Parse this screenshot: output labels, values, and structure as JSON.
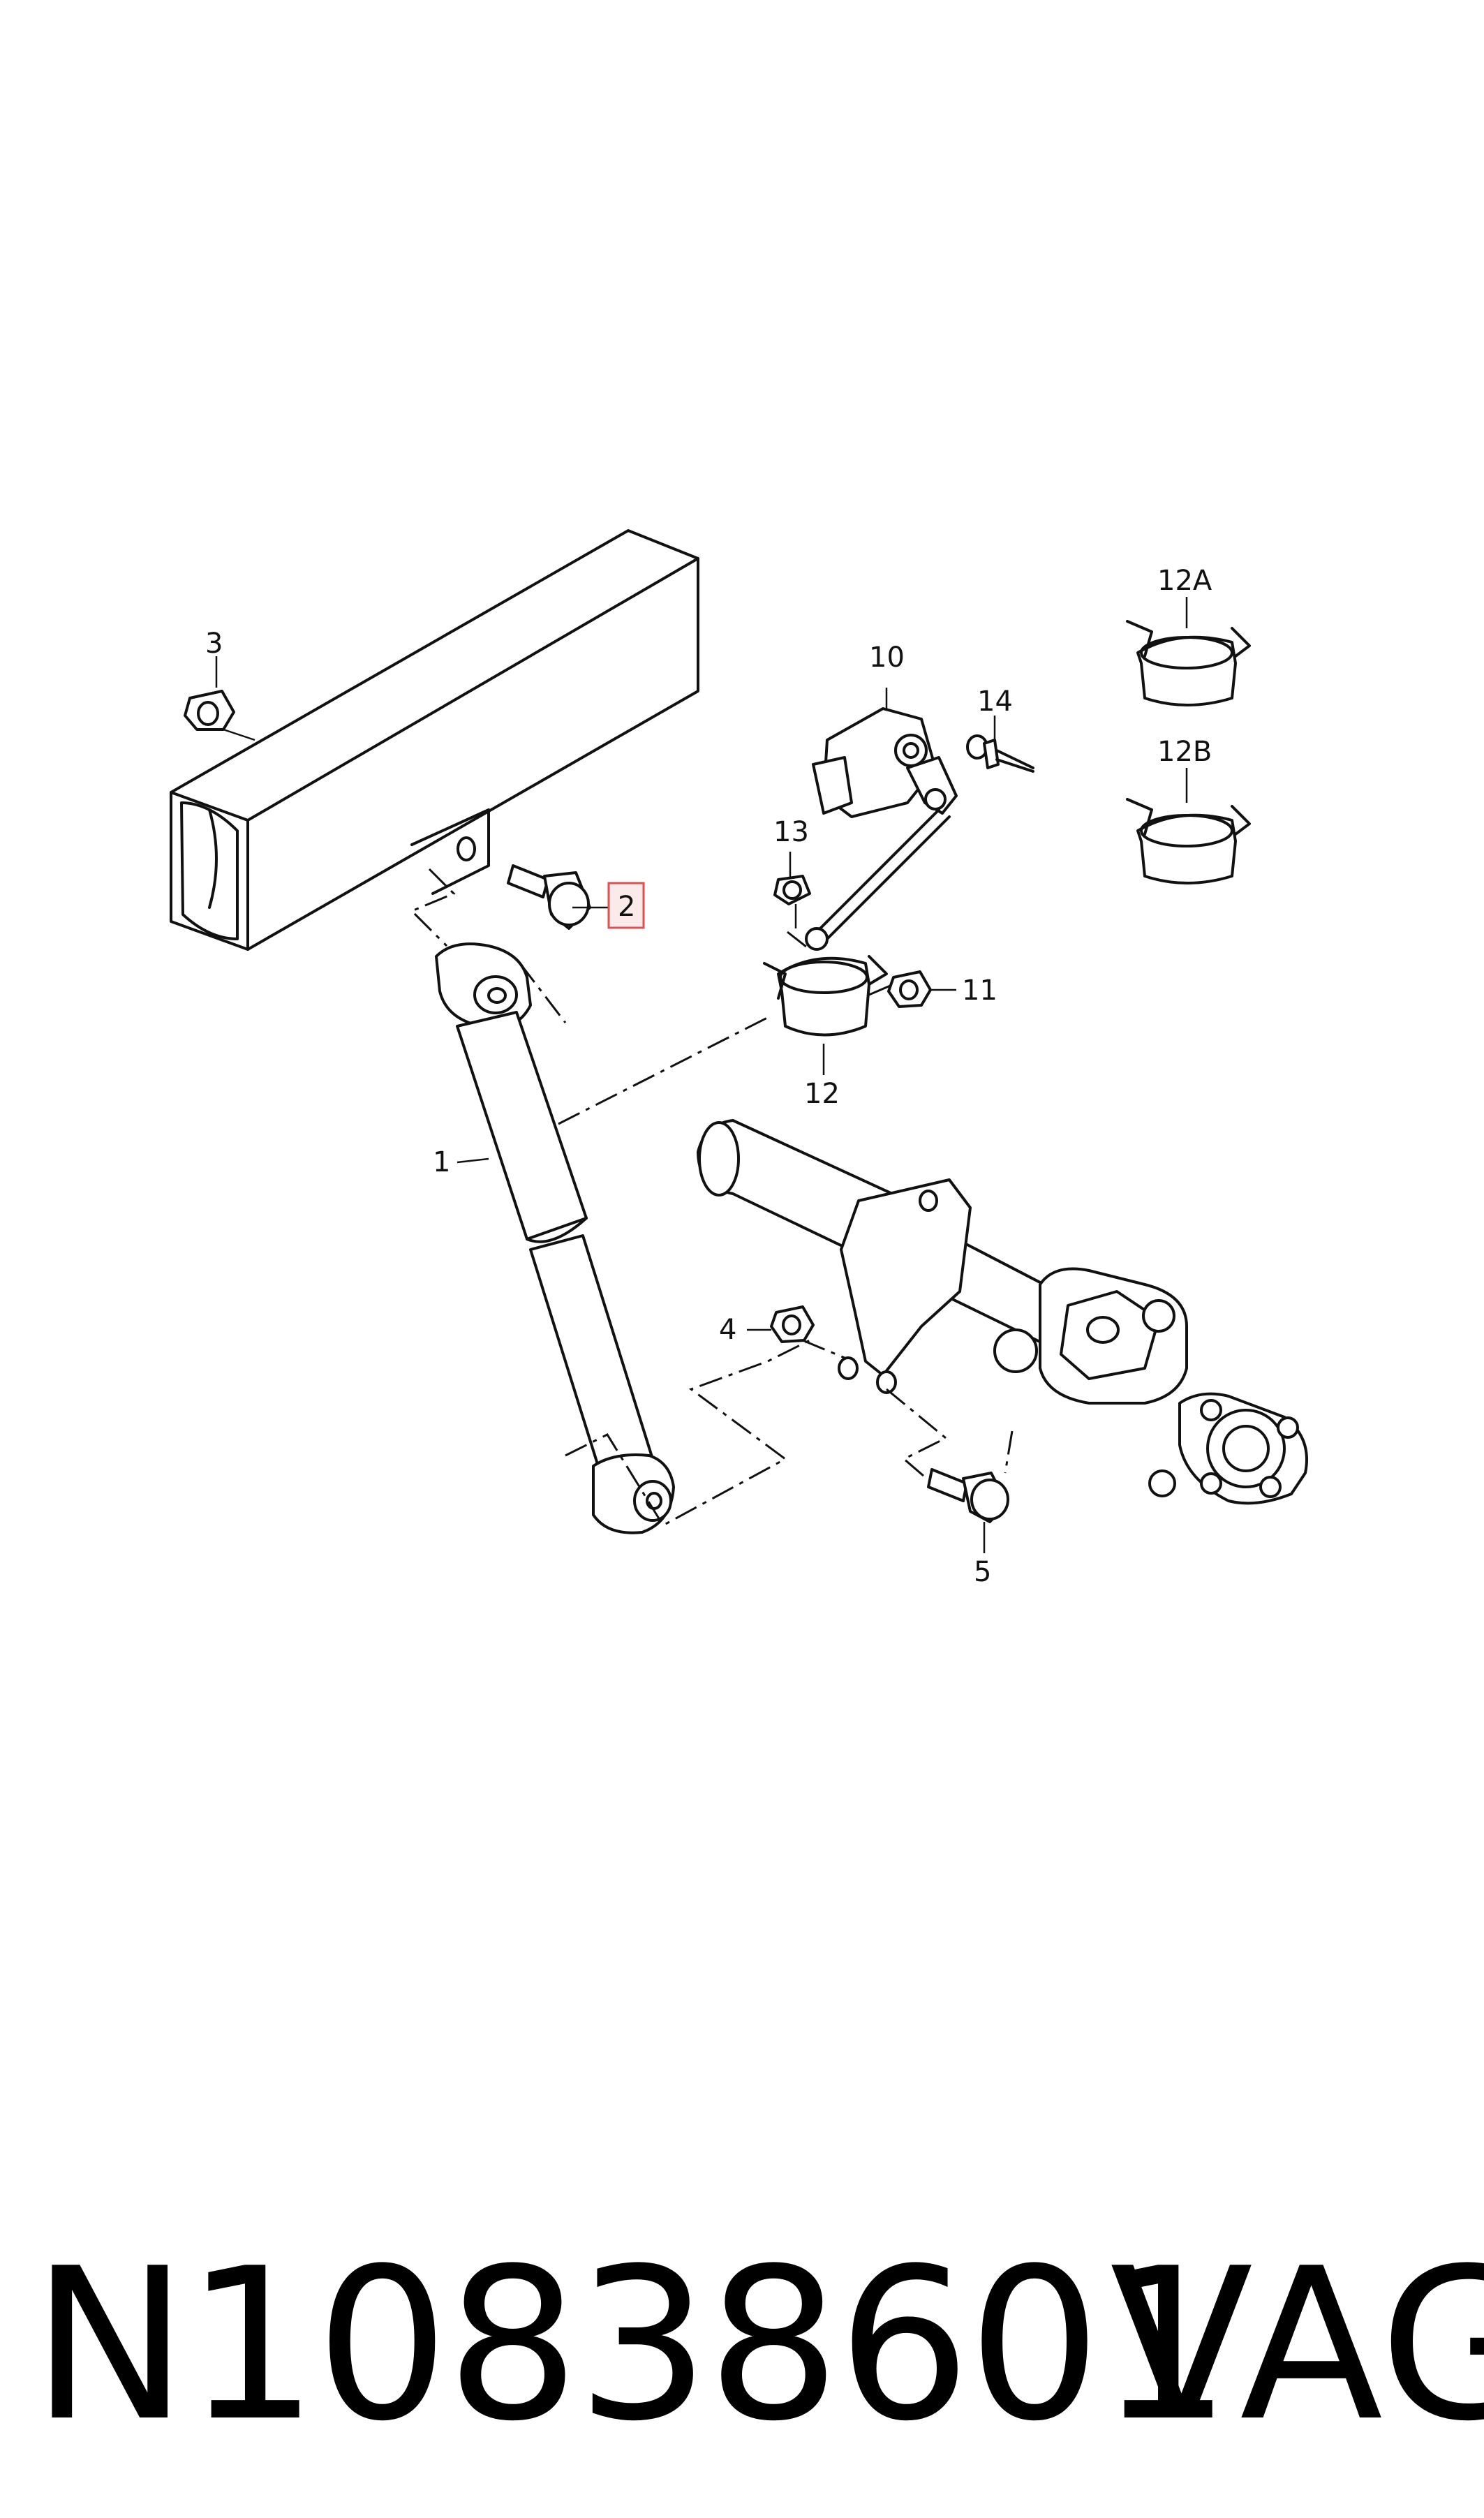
{
  "callouts": {
    "c1": "1",
    "c2": "2",
    "c3": "3",
    "c4": "4",
    "c5": "5",
    "c10": "10",
    "c11": "11",
    "c12": "12",
    "c12a": "12A",
    "c12b": "12B",
    "c13": "13",
    "c14": "14"
  },
  "highlighted_callout": "2",
  "highlight_color": "#e05050",
  "footer": {
    "part_number": "N10838601",
    "manufacturer": "VAG"
  }
}
